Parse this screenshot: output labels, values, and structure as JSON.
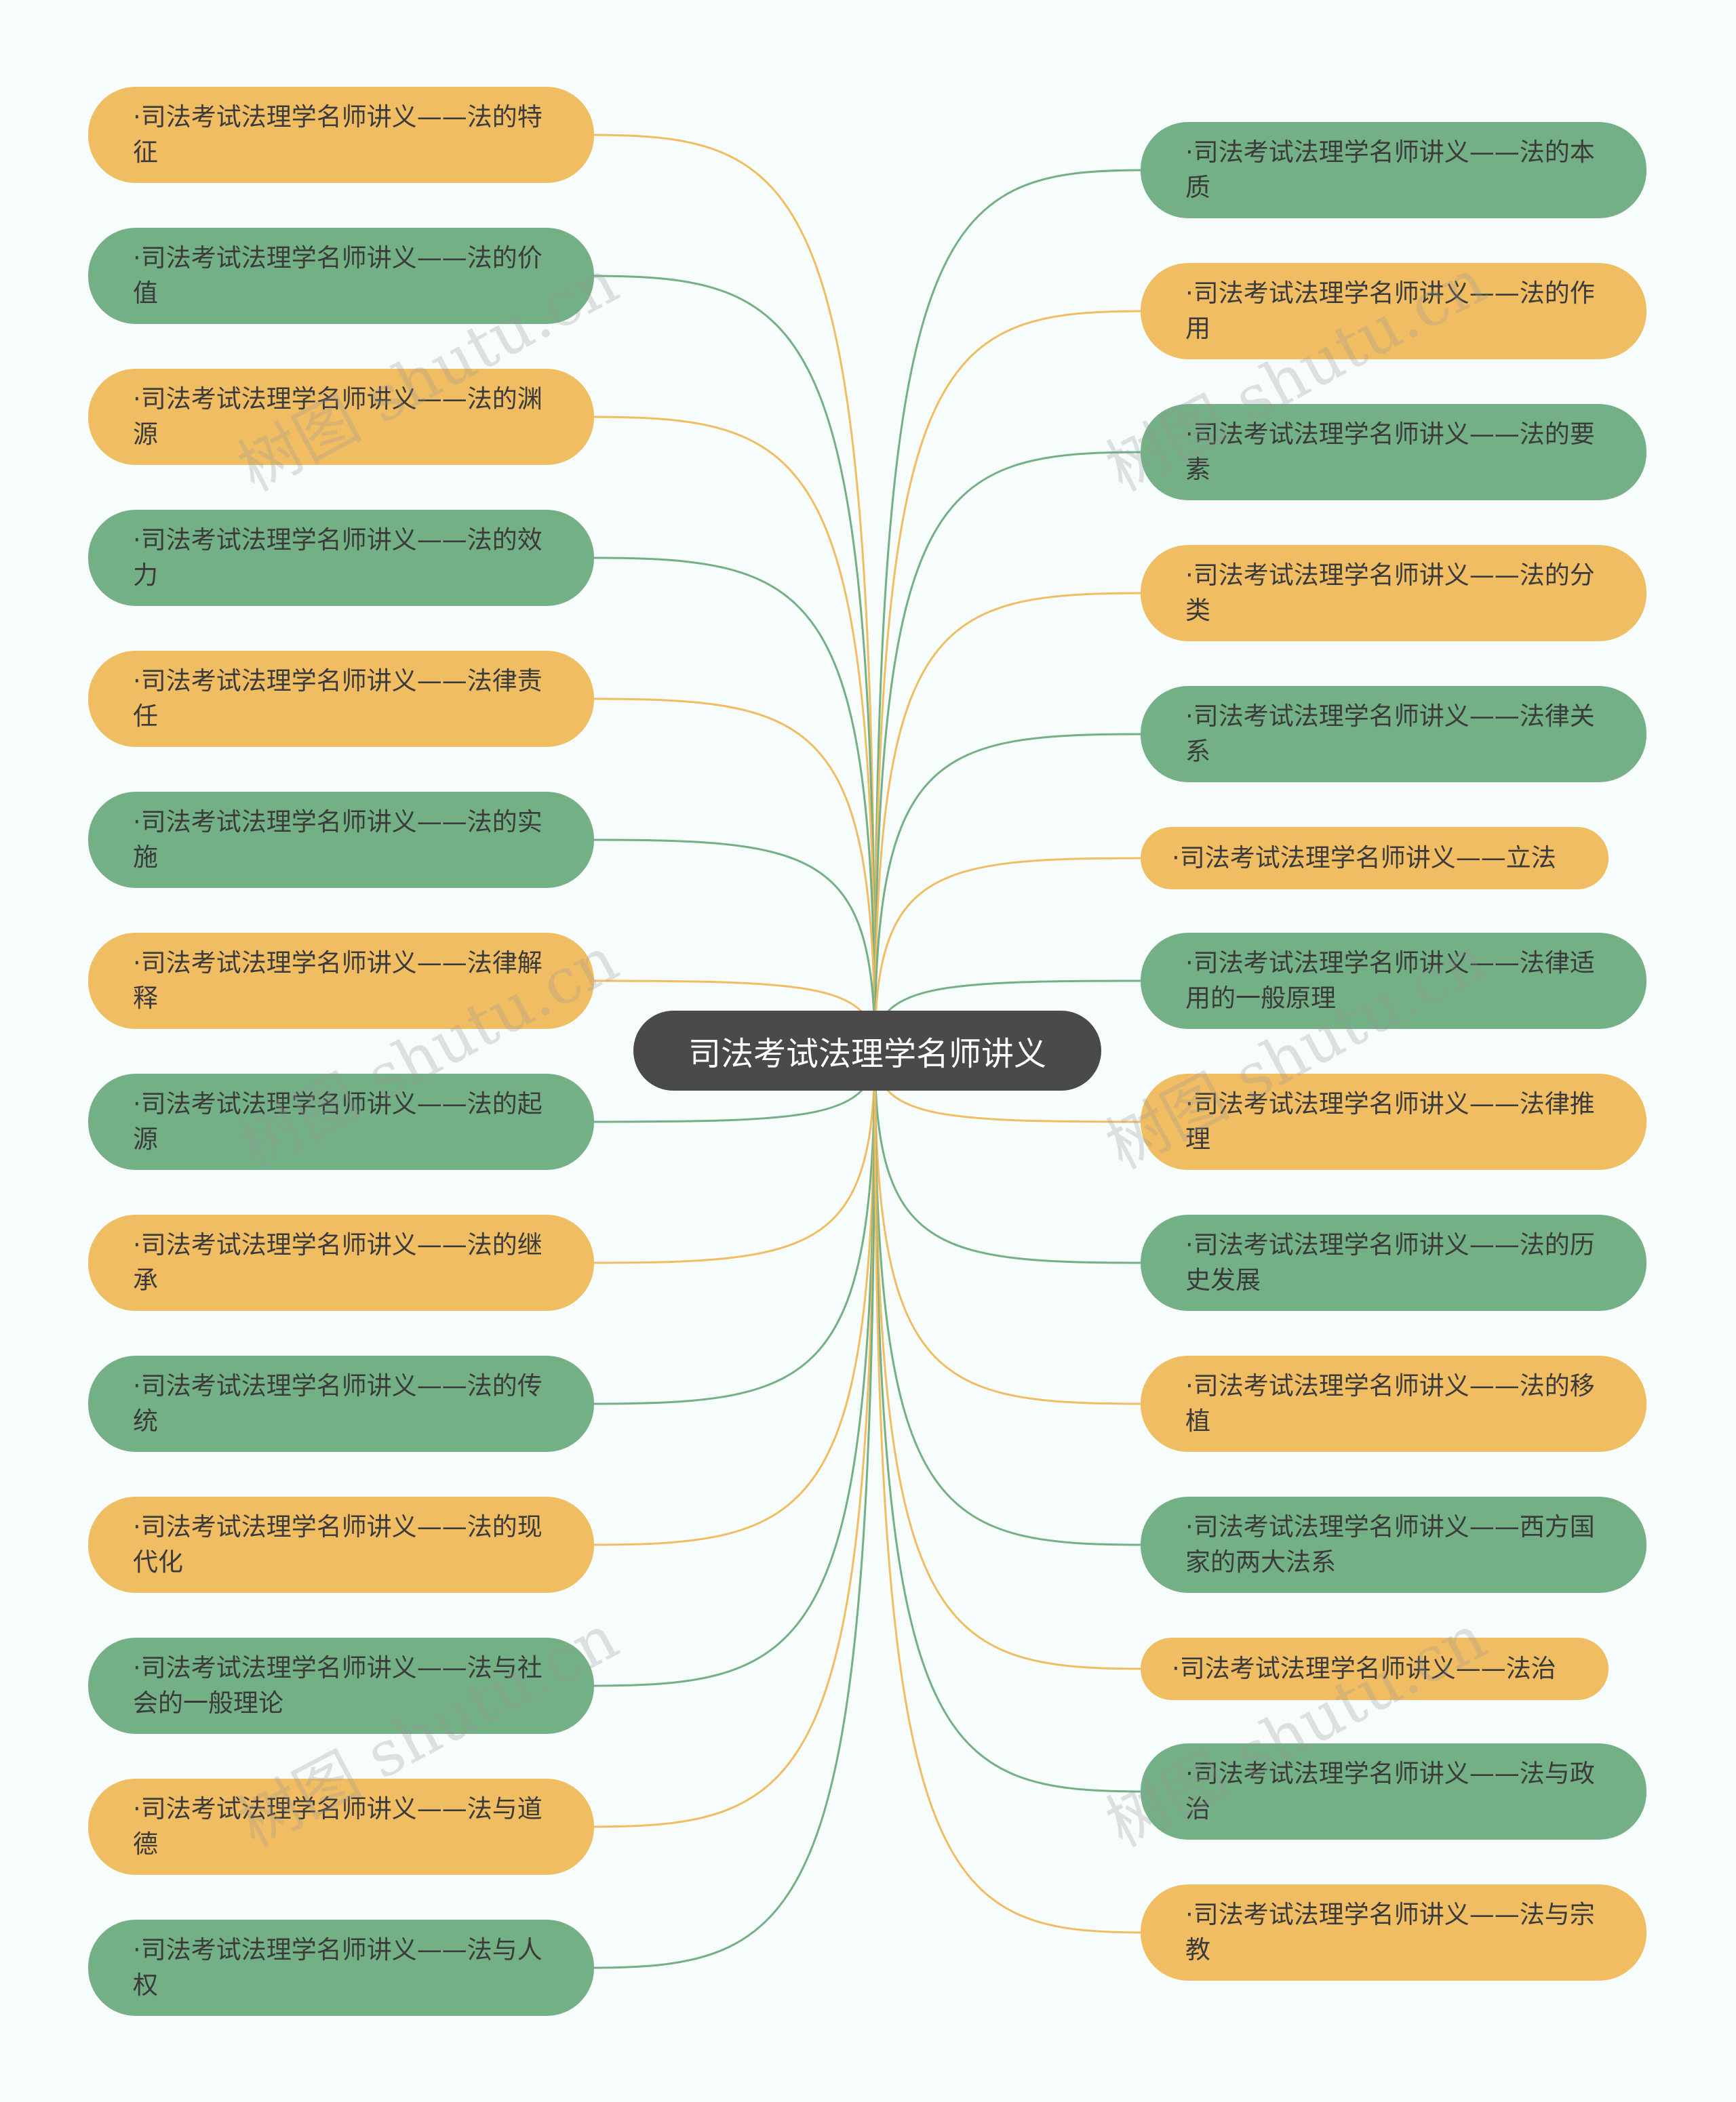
{
  "root": {
    "title": "司法考试法理学名师讲义"
  },
  "colors": {
    "orange": "#f0bd62",
    "green": "#73b085",
    "root": "#4a4a4a"
  },
  "left_branches": [
    {
      "label": "·司法考试法理学名师讲义——法的特征",
      "color": "orange"
    },
    {
      "label": "·司法考试法理学名师讲义——法的价值",
      "color": "green"
    },
    {
      "label": "·司法考试法理学名师讲义——法的渊源",
      "color": "orange"
    },
    {
      "label": "·司法考试法理学名师讲义——法的效力",
      "color": "green"
    },
    {
      "label": "·司法考试法理学名师讲义——法律责任",
      "color": "orange"
    },
    {
      "label": "·司法考试法理学名师讲义——法的实施",
      "color": "green"
    },
    {
      "label": "·司法考试法理学名师讲义——法律解释",
      "color": "orange"
    },
    {
      "label": "·司法考试法理学名师讲义——法的起源",
      "color": "green"
    },
    {
      "label": "·司法考试法理学名师讲义——法的继承",
      "color": "orange"
    },
    {
      "label": "·司法考试法理学名师讲义——法的传统",
      "color": "green"
    },
    {
      "label": "·司法考试法理学名师讲义——法的现代化",
      "color": "orange"
    },
    {
      "label": "·司法考试法理学名师讲义——法与社会的一般理论",
      "color": "green"
    },
    {
      "label": "·司法考试法理学名师讲义——法与道德",
      "color": "orange"
    },
    {
      "label": "·司法考试法理学名师讲义——法与人权",
      "color": "green"
    }
  ],
  "right_branches": [
    {
      "label": "·司法考试法理学名师讲义——法的本质",
      "color": "green"
    },
    {
      "label": "·司法考试法理学名师讲义——法的作用",
      "color": "orange"
    },
    {
      "label": "·司法考试法理学名师讲义——法的要素",
      "color": "green"
    },
    {
      "label": "·司法考试法理学名师讲义——法的分类",
      "color": "orange"
    },
    {
      "label": "·司法考试法理学名师讲义——法律关系",
      "color": "green"
    },
    {
      "label": "·司法考试法理学名师讲义——立法",
      "color": "orange"
    },
    {
      "label": "·司法考试法理学名师讲义——法律适用的一般原理",
      "color": "green"
    },
    {
      "label": "·司法考试法理学名师讲义——法律推理",
      "color": "orange"
    },
    {
      "label": "·司法考试法理学名师讲义——法的历史发展",
      "color": "green"
    },
    {
      "label": "·司法考试法理学名师讲义——法的移植",
      "color": "orange"
    },
    {
      "label": "·司法考试法理学名师讲义——西方国家的两大法系",
      "color": "green"
    },
    {
      "label": "·司法考试法理学名师讲义——法治",
      "color": "orange"
    },
    {
      "label": "·司法考试法理学名师讲义——法与政治",
      "color": "green"
    },
    {
      "label": "·司法考试法理学名师讲义——法与宗教",
      "color": "orange"
    }
  ],
  "watermark": {
    "text": "树图 shutu.cn"
  }
}
